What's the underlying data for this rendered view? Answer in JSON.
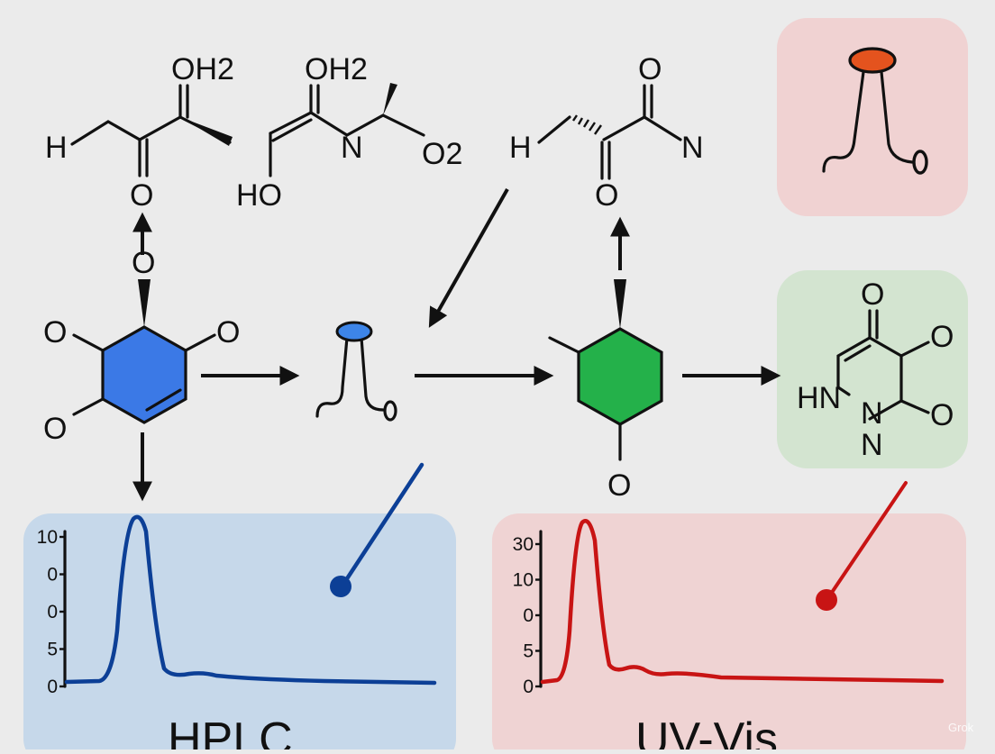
{
  "colors": {
    "background": "#ebebeb",
    "blue_ring": "#3b79e6",
    "green_ring": "#24b14a",
    "hplc_panel": "#c6d8ea",
    "hplc_trace": "#0c3f96",
    "uv_panel": "#efd3d3",
    "uv_trace": "#c81414",
    "tl_box": "#f0d2d2",
    "tr_box": "#d3e4d0",
    "cap_blue": "#3d85e8",
    "cap_orange": "#e4531e"
  },
  "labels": {
    "s1_oh2": "OH2",
    "s1_h": "H",
    "s1_o_bottom": "O",
    "s2_oh2": "OH2",
    "s2_n": "N",
    "s2_o2": "O2",
    "s2_ho": "HO",
    "s3_o_top": "O",
    "s3_h": "H",
    "s3_o_bottom": "O",
    "s3_n": "N",
    "blue_o_top": "O",
    "blue_o_left": "O",
    "blue_o_right": "O",
    "blue_o_bottom_left": "O",
    "green_o_bottom": "O",
    "pyr_o_top": "O",
    "pyr_o_right": "O",
    "pyr_hn": "HN",
    "pyr_n1": "N",
    "pyr_o_right2": "O",
    "pyr_n2": "N"
  },
  "hplc": {
    "caption": "HPLC",
    "ticks": [
      "10",
      "0",
      "0",
      "5",
      "0"
    ]
  },
  "uvvis": {
    "caption": "UV-Vis",
    "ticks": [
      "30",
      "10",
      "0",
      "5",
      "0"
    ]
  },
  "watermark": "Grok",
  "icons": {
    "blue_tuning_fork": "blue-capped-tuning-fork-icon",
    "orange_tuning_fork": "orange-capped-tuning-fork-icon"
  }
}
